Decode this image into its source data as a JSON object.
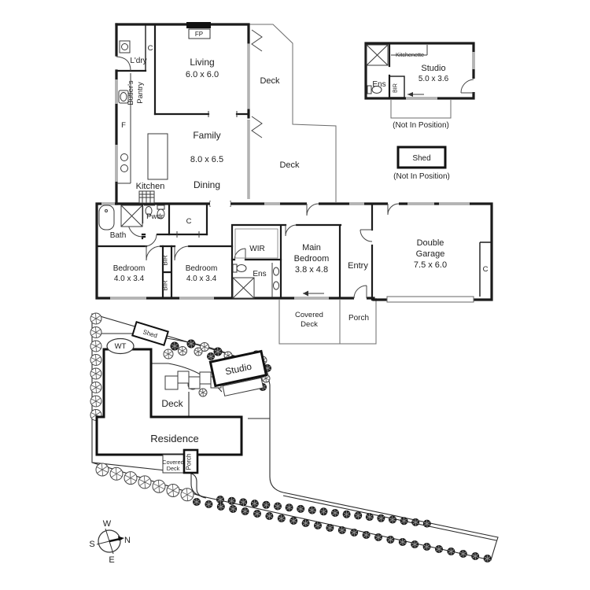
{
  "floor_plan": {
    "fireplace": "FP",
    "fridge": "F",
    "closet": "C",
    "bir": "BIR",
    "rooms": {
      "ldry": {
        "name": "L'dry"
      },
      "butlers": {
        "line1": "Butler's",
        "line2": "Pantry"
      },
      "living": {
        "name": "Living",
        "dims": "6.0 x 6.0"
      },
      "deck_upper": {
        "name": "Deck"
      },
      "deck_lower": {
        "name": "Deck"
      },
      "family": {
        "name": "Family",
        "dims": "8.0 x 6.5"
      },
      "kitchen": {
        "name": "Kitchen"
      },
      "dining": {
        "name": "Dining"
      },
      "bath": {
        "name": "Bath"
      },
      "pwdr": {
        "name": "Pwdr"
      },
      "bedroom1": {
        "name": "Bedroom",
        "dims": "4.0 x 3.4"
      },
      "bedroom2": {
        "name": "Bedroom",
        "dims": "4.0 x 3.4"
      },
      "wir": {
        "name": "WIR"
      },
      "ens": {
        "name": "Ens"
      },
      "main_bedroom": {
        "line1": "Main",
        "line2": "Bedroom",
        "dims": "3.8 x 4.8"
      },
      "entry": {
        "name": "Entry"
      },
      "garage": {
        "line1": "Double",
        "line2": "Garage",
        "dims": "7.5 x 6.0"
      },
      "covered_deck": {
        "line1": "Covered",
        "line2": "Deck"
      },
      "porch": {
        "name": "Porch"
      }
    },
    "studio": {
      "name": "Studio",
      "dims": "5.0 x 3.6",
      "kitchenette": "Kitchenette",
      "ens": "Ens",
      "bir": "BIR",
      "note": "(Not In Position)"
    },
    "shed": {
      "name": "Shed",
      "note": "(Not In Position)"
    }
  },
  "site_plan": {
    "shed": "Shed",
    "water_tank": "WT",
    "studio": "Studio",
    "deck": "Deck",
    "residence": "Residence",
    "covered_deck_line1": "Covered",
    "covered_deck_line2": "Deck",
    "porch": "Porch",
    "compass": {
      "n": "N",
      "s": "S",
      "e": "E",
      "w": "W"
    }
  },
  "colors": {
    "wall": "#1b1b1b",
    "window": "#b3b3b3",
    "background": "#ffffff"
  }
}
